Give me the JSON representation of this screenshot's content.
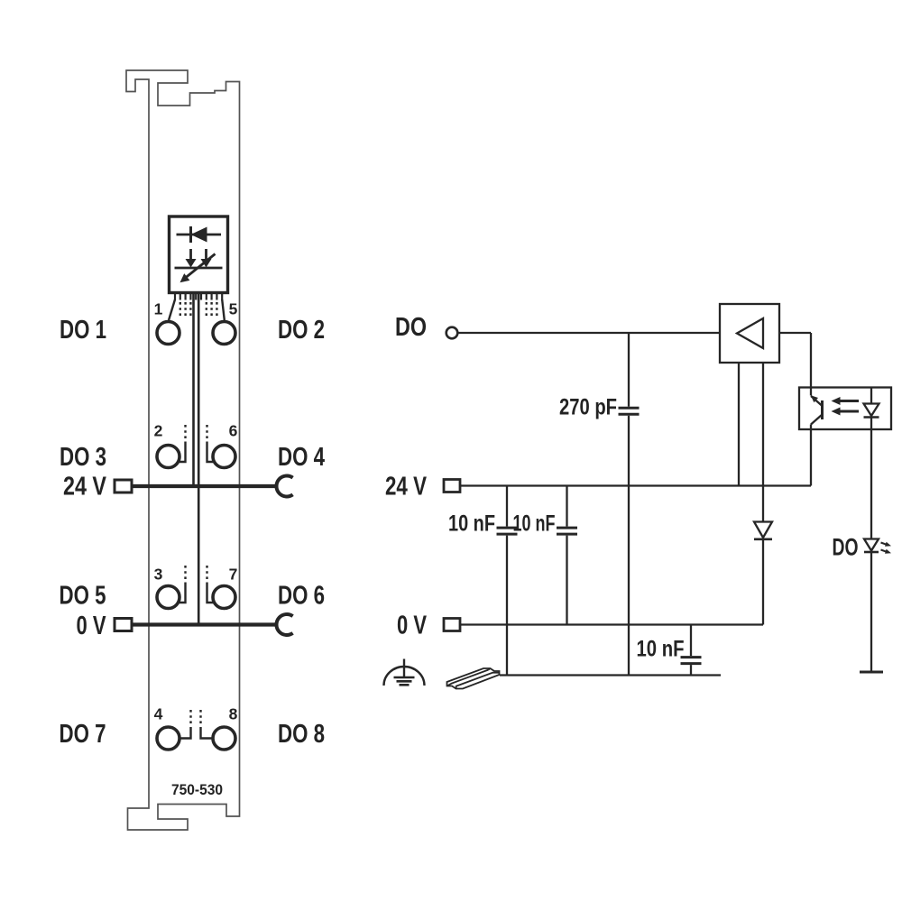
{
  "module": {
    "part_number": "750-530",
    "rows": [
      {
        "left_label": "DO 1",
        "right_label": "DO 2",
        "left_terminal": "1",
        "right_terminal": "5"
      },
      {
        "left_label": "DO 3",
        "right_label": "DO 4",
        "left_terminal": "2",
        "right_terminal": "6"
      },
      {
        "left_label": "DO 5",
        "right_label": "DO 6",
        "left_terminal": "3",
        "right_terminal": "7"
      },
      {
        "left_label": "DO 7",
        "right_label": "DO 8",
        "left_terminal": "4",
        "right_terminal": "8"
      }
    ],
    "supply_label": "24 V",
    "zero_volt_label": "0 V"
  },
  "schematic": {
    "input_do_label": "DO",
    "supply_label": "24 V",
    "zero_volt_label": "0 V",
    "do_filter_cap": "270 pF",
    "supply_earth_cap": "10 nF",
    "supply_zero_cap": "10 nF",
    "zero_earth_cap": "10 nF",
    "status_led_label": "DO"
  },
  "colors": {
    "diagram_line": "#262626",
    "housing_outline": "#535353",
    "background": "#ffffff"
  }
}
